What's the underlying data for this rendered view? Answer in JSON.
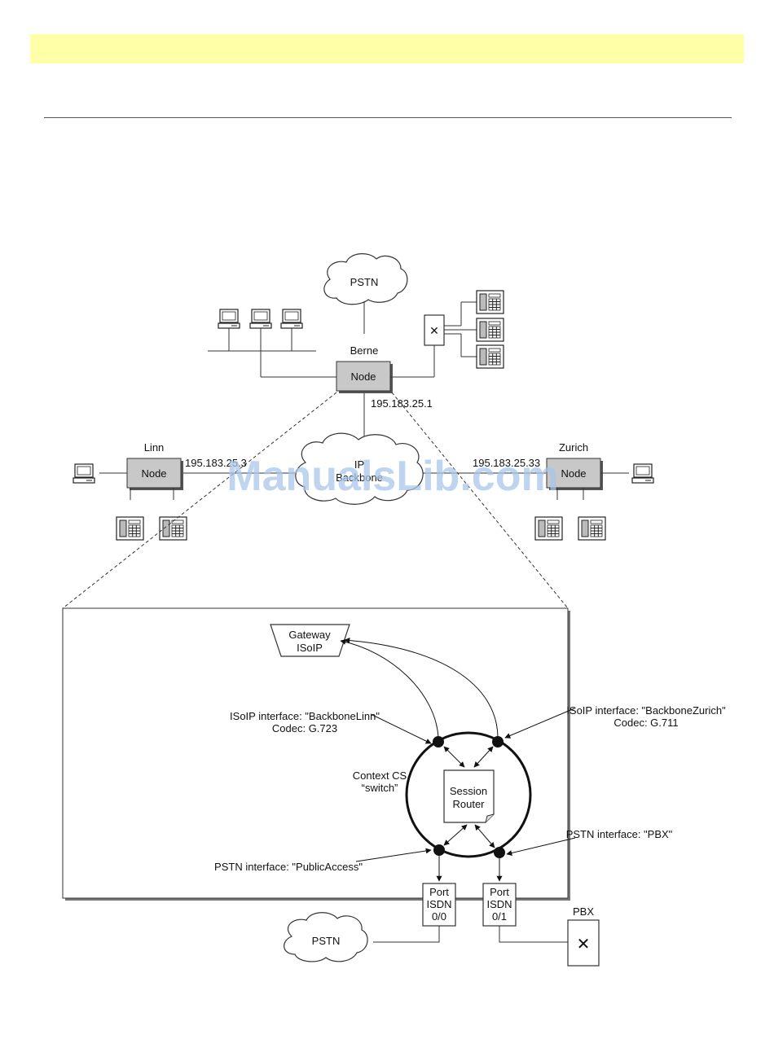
{
  "top_network": {
    "pstn_label": "PSTN",
    "ip_backbone_line1": "IP",
    "ip_backbone_line2": "Backbone",
    "berne": {
      "name": "Berne",
      "node_label": "Node",
      "ip": "195.183.25.1"
    },
    "linn": {
      "name": "Linn",
      "node_label": "Node",
      "ip": "195.183.25.3"
    },
    "zurich": {
      "name": "Zurich",
      "node_label": "Node",
      "ip": "195.183.25.33"
    }
  },
  "detail": {
    "gateway_line1": "Gateway",
    "gateway_line2": "ISoIP",
    "isoip_linn_line1": "ISoIP interface: \"BackboneLinn\"",
    "isoip_linn_line2": "Codec: G.723",
    "isoip_zurich_line1": "ISoIP interface: \"BackboneZurich\"",
    "isoip_zurich_line2": "Codec: G.711",
    "context_line1": "Context CS",
    "context_line2": "“switch”",
    "session_line1": "Session",
    "session_line2": "Router",
    "pstn_public": "PSTN interface:  \"PublicAccess\"",
    "pstn_pbx": "PSTN interface:  \"PBX\"",
    "port0": [
      "Port",
      "ISDN",
      "0/0"
    ],
    "port1": [
      "Port",
      "ISDN",
      "0/1"
    ],
    "pstn_label": "PSTN",
    "pbx_label": "PBX"
  },
  "watermark": "ManualsLib.com"
}
